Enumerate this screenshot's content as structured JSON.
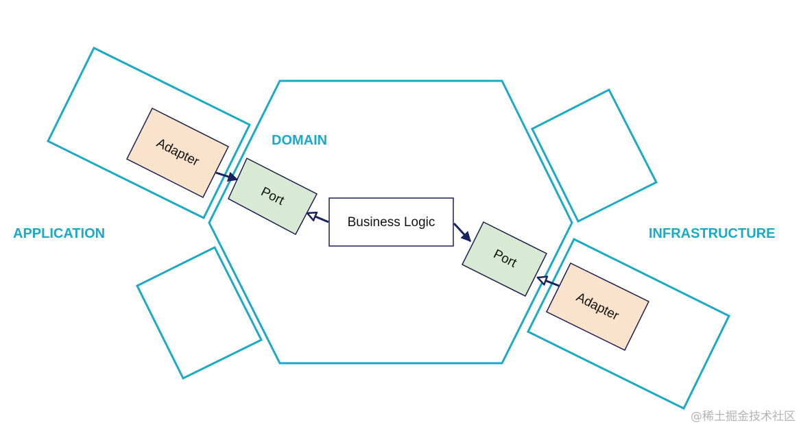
{
  "diagram": {
    "title": "Hexagonal Architecture",
    "zones": {
      "application": "APPLICATION",
      "domain": "DOMAIN",
      "infrastructure": "INFRASTRUCTURE"
    },
    "nodes": {
      "left_adapter": "Adapter",
      "left_port": "Port",
      "business_logic": "Business Logic",
      "right_port": "Port",
      "right_adapter": "Adapter"
    },
    "edges": [
      {
        "from": "left_adapter",
        "to": "left_port",
        "arrow": "filled"
      },
      {
        "from": "business_logic",
        "to": "left_port",
        "arrow": "hollow"
      },
      {
        "from": "business_logic",
        "to": "right_port",
        "arrow": "filled"
      },
      {
        "from": "right_adapter",
        "to": "right_port",
        "arrow": "hollow"
      }
    ],
    "colors": {
      "zone_outline": "#1aa9c6",
      "adapter_fill": "#f9e3cd",
      "port_fill": "#d8ead3",
      "box_stroke": "#1c1d4e",
      "arrow": "#16235e"
    }
  },
  "watermark": "@稀土掘金技术社区"
}
